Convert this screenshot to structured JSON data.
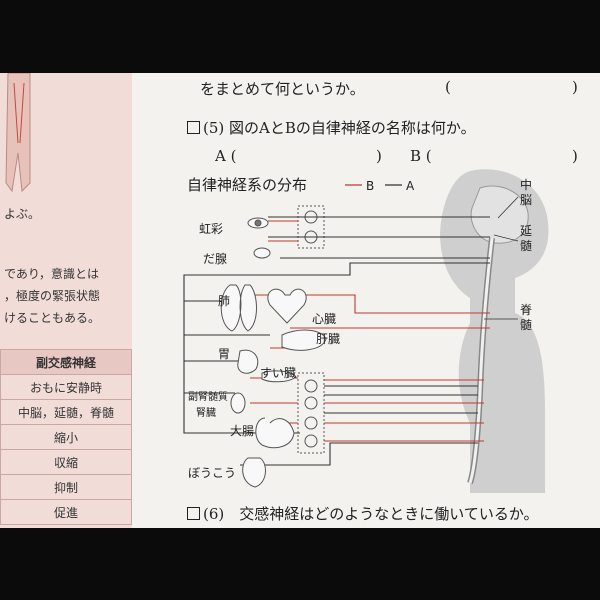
{
  "left_panel": {
    "fragment_1": "よぶ。",
    "paragraph": [
      "であり，意識とは",
      "，極度の緊張状態",
      "けることもある。"
    ],
    "table": {
      "header": "副交感神経",
      "rows": [
        "おもに安静時",
        "中脳，延髄，脊髄",
        "縮小",
        "収縮",
        "抑制",
        "促進"
      ]
    }
  },
  "questions": {
    "q4_tail": "をまとめて何というか。",
    "q4_paren_open": "(",
    "q4_paren_close": ")",
    "q5_number": "(5)",
    "q5_text": "図のAとBの自律神経の名称は何か。",
    "answer_a_label": "A (",
    "answer_a_close": ")",
    "answer_b_label": "B (",
    "answer_b_close": ")",
    "q6_number": "(6)",
    "q6_text": "交感神経はどのようなときに働いているか。"
  },
  "diagram": {
    "title": "自律神経系の分布",
    "legend_b": "B",
    "legend_a": "A",
    "organs": {
      "iris": "虹彩",
      "salivary": "だ腺",
      "lung": "肺",
      "heart": "心臓",
      "liver": "肝臓",
      "stomach": "胃",
      "pancreas": "すい臓",
      "adrenal_1": "副腎髄質",
      "kidney": "腎臓",
      "intestine": "大腸",
      "bladder": "ぼうこう"
    },
    "brain_labels": {
      "midbrain_1": "中",
      "midbrain_2": "脳",
      "medulla_1": "延",
      "medulla_2": "髄",
      "spinal_1": "脊",
      "spinal_2": "髄"
    },
    "colors": {
      "b_line": "#c0392b",
      "a_line": "#333333",
      "silhouette": "#c9c9c9"
    }
  }
}
